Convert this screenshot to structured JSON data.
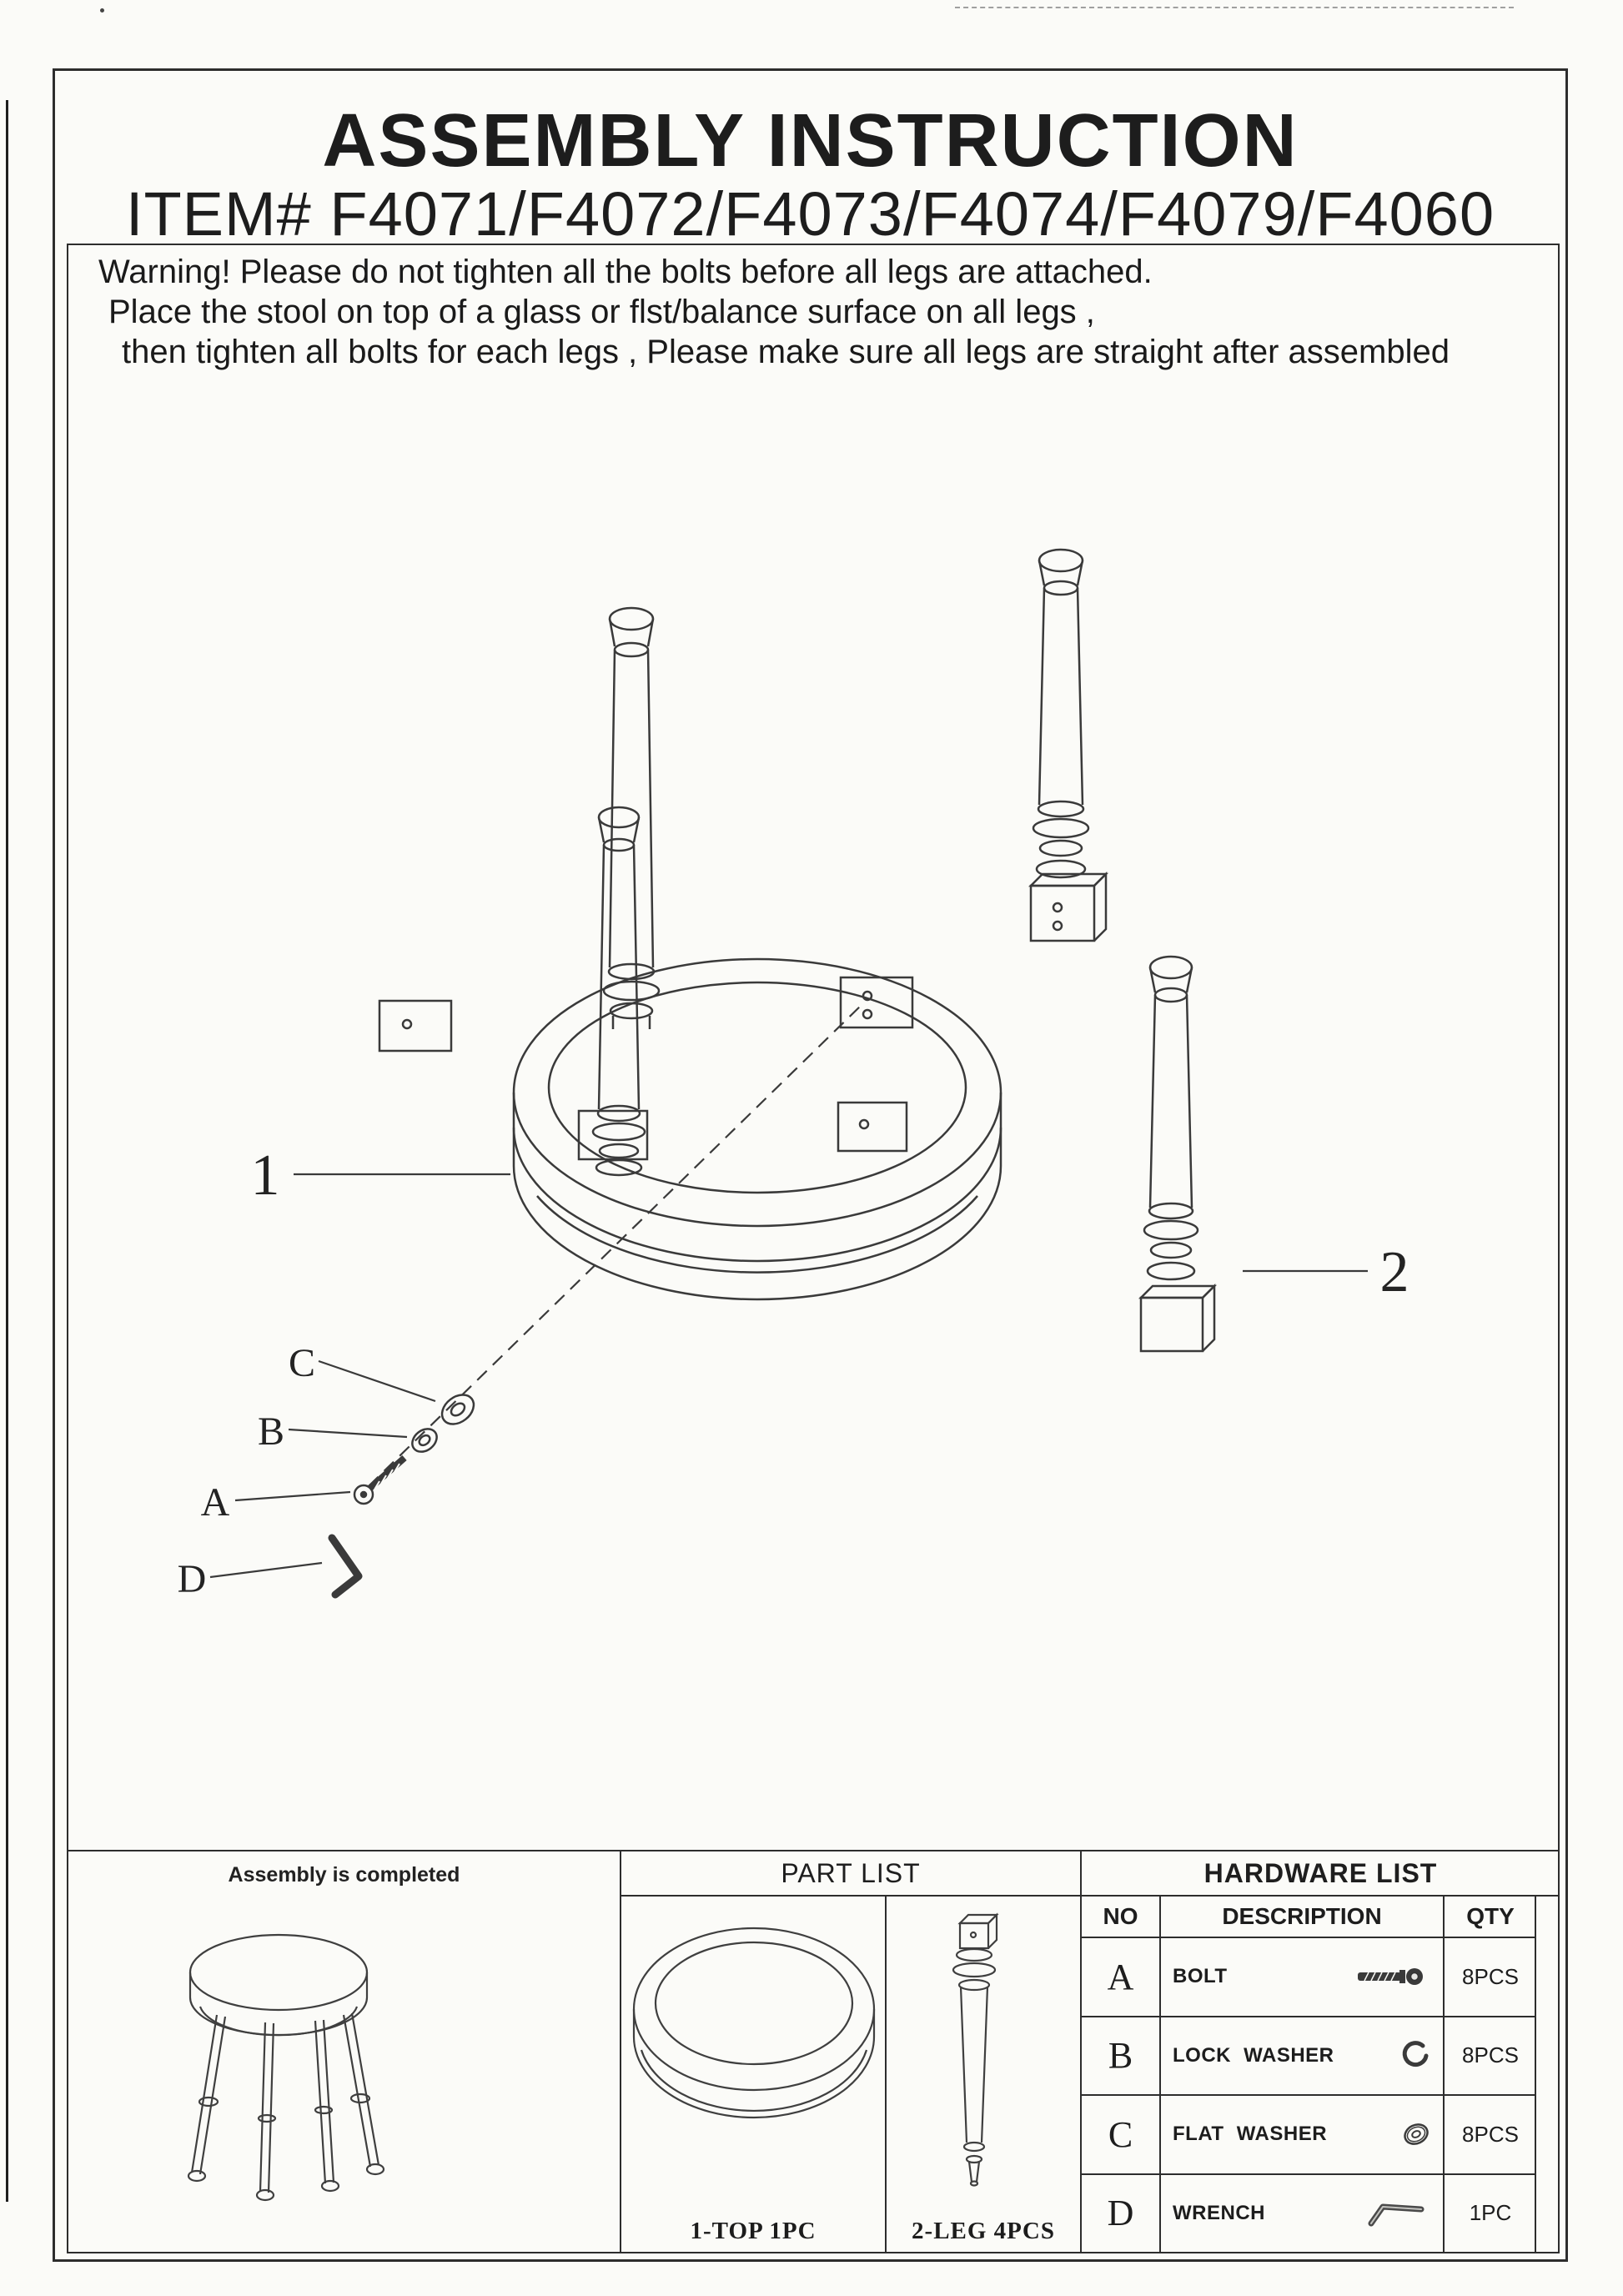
{
  "header": {
    "title": "ASSEMBLY INSTRUCTION",
    "item_line": "ITEM# F4071/F4072/F4073/F4074/F4079/F4060"
  },
  "warning": {
    "line1": "Warning! Please do not tighten all the bolts before all legs are attached.",
    "line2": "Place the stool on top of a glass or flst/balance surface on all legs ,",
    "line3": "then tighten all bolts for each legs , Please make sure all legs are straight after assembled"
  },
  "diagram": {
    "callout_seat": "1",
    "callout_leg": "2",
    "callout_a": "A",
    "callout_b": "B",
    "callout_c": "C",
    "callout_d": "D"
  },
  "footer": {
    "completed_caption": "Assembly is completed",
    "part_list": {
      "title": "PART LIST",
      "top_label": "1-TOP 1PC",
      "leg_label": "2-LEG 4PCS"
    },
    "hardware_list": {
      "title": "HARDWARE LIST",
      "col_no": "NO",
      "col_description": "DESCRIPTION",
      "col_qty": "QTY",
      "rows": [
        {
          "no": "A",
          "description": "BOLT",
          "qty": "8PCS",
          "icon": "bolt-icon"
        },
        {
          "no": "B",
          "description": "LOCK WASHER",
          "qty": "8PCS",
          "icon": "lock-washer-icon"
        },
        {
          "no": "C",
          "description": "FLAT WASHER",
          "qty": "8PCS",
          "icon": "flat-washer-icon"
        },
        {
          "no": "D",
          "description": "WRENCH",
          "qty": "1PC",
          "icon": "wrench-icon"
        }
      ]
    }
  },
  "colors": {
    "ink": "#2d2d2d",
    "paper": "#fbfbf8"
  }
}
